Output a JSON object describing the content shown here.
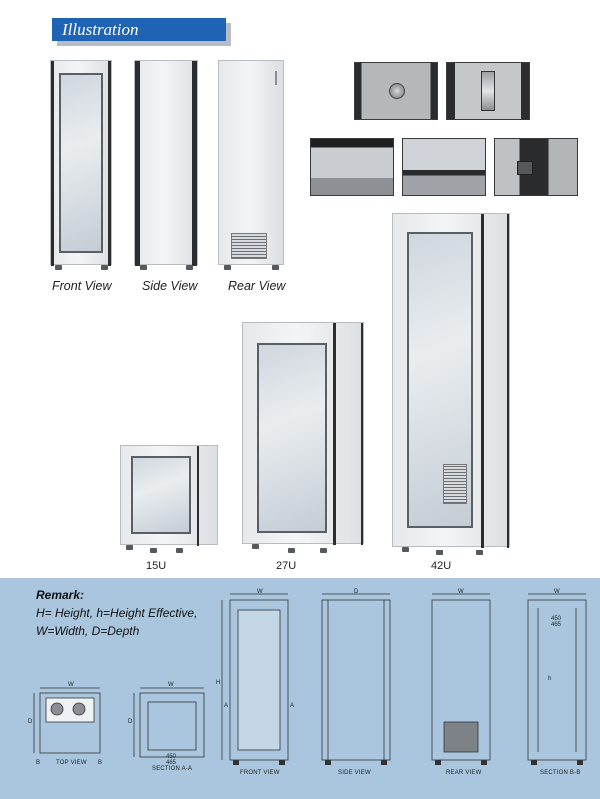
{
  "header": {
    "title": "Illustration"
  },
  "views": [
    {
      "label": "Front View"
    },
    {
      "label": "Side View"
    },
    {
      "label": "Rear View"
    }
  ],
  "sizes": [
    "15U",
    "27U",
    "42U"
  ],
  "remark": {
    "title": "Remark:",
    "line1": "H= Height,   h=Height Effective,",
    "line2": "W=Width,  D=Depth"
  },
  "drawings": {
    "top_view": "TOP VIEW",
    "section_aa": "SECTION A-A",
    "front_view": "FRONT VIEW",
    "side_view": "SIDE VIEW",
    "rear_view": "REAR VIEW",
    "section_bb": "SECTION B-B",
    "dim_w": "W",
    "dim_d": "D",
    "dim_h": "H",
    "dim_h_small": "h",
    "dim_a": "A",
    "dim_b": "B",
    "dim_450": "450",
    "dim_465": "465"
  }
}
